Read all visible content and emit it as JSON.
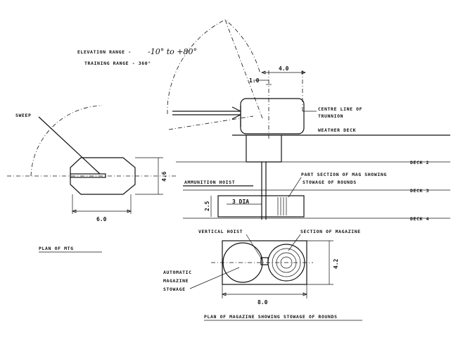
{
  "labels": {
    "elevation_range": "ELEVATION RANGE - ",
    "elevation_value": "-10° to +80°",
    "training_range": "TRAINING RANGE - 360°",
    "sweep": "SWEEP",
    "centre_line_1": "CENTRE LINE OF",
    "centre_line_2": "TRUNNION",
    "weather_deck": "WEATHER DECK",
    "deck_2": "DECK 2",
    "deck_3": "DECK 3",
    "deck_4": "DECK 4",
    "ammunition_hoist": "AMMUNITION HOIST",
    "part_section_1": "PART SECTION OF MAG SHOWING",
    "part_section_2": "STOWAGE OF ROUNDS",
    "vertical_hoist": "VERTICAL HOIST",
    "section_of_magazine": "SECTION OF MAGAZINE",
    "automatic_1": "AUTOMATIC",
    "automatic_2": "MAGAZINE",
    "automatic_3": "STOWAGE",
    "plan_of_mtg": "PLAN OF MTG",
    "plan_of_magazine": "PLAN OF MAGAZINE SHOWING STOWAGE OF ROUNDS"
  },
  "dimensions": {
    "d_1_0": "1.0",
    "d_4_0": "4.0",
    "d_4_6": "4.6",
    "d_6_0": "6.0",
    "d_2_5": "2.5",
    "d_3_dia": "3 DIA",
    "d_4_2": "4.2",
    "d_8_0": "8.0"
  }
}
